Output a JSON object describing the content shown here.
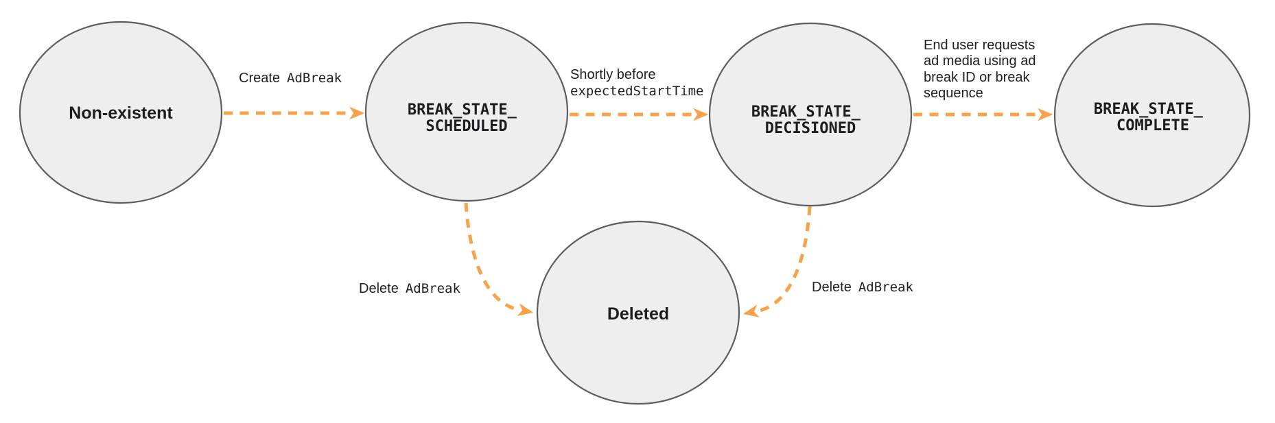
{
  "diagram": {
    "description": "Ad break state transition diagram",
    "colors": {
      "background": "#FFFFFF",
      "node_fill": "#EEEEEF",
      "node_border": "#5B5E60",
      "arrow": "#F8A34C",
      "text": "#202124"
    },
    "nodes": [
      {
        "id": "non-existent",
        "lines": [
          "Non-existent"
        ],
        "text_style": "sans"
      },
      {
        "id": "break-state-scheduled",
        "lines": [
          "BREAK_STATE_",
          "SCHEDULED"
        ],
        "text_style": "mono"
      },
      {
        "id": "break-state-decisioned",
        "lines": [
          "BREAK_STATE_",
          "DECISIONED"
        ],
        "text_style": "mono"
      },
      {
        "id": "break-state-complete",
        "lines": [
          "BREAK_STATE_",
          "COMPLETE"
        ],
        "text_style": "mono"
      },
      {
        "id": "deleted",
        "lines": [
          "Deleted"
        ],
        "text_style": "sans"
      }
    ],
    "edges": [
      {
        "id": "create-adbreak",
        "from": "non-existent",
        "to": "break-state-scheduled",
        "label_text": "Create",
        "label_code": "AdBreak"
      },
      {
        "id": "shortly-before-expected-start-time",
        "from": "break-state-scheduled",
        "to": "break-state-decisioned",
        "label_text": "Shortly before",
        "label_code": "expectedStartTime"
      },
      {
        "id": "end-user-requests-ad-media",
        "from": "break-state-decisioned",
        "to": "break-state-complete",
        "label_lines": [
          "End user requests",
          "ad media using ad",
          "break ID or break",
          "sequence"
        ]
      },
      {
        "id": "delete-adbreak-from-scheduled",
        "from": "break-state-scheduled",
        "to": "deleted",
        "label_text": "Delete",
        "label_code": "AdBreak"
      },
      {
        "id": "delete-adbreak-from-decisioned",
        "from": "break-state-decisioned",
        "to": "deleted",
        "label_text": "Delete",
        "label_code": "AdBreak"
      }
    ]
  }
}
